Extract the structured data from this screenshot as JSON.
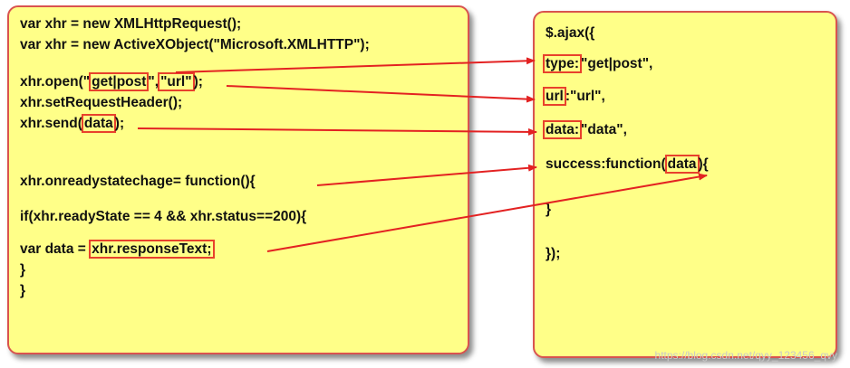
{
  "native_xhr": {
    "line1": "var xhr = new XMLHttpRequest();",
    "line2": "var xhr = new ActiveXObject(\"Microsoft.XMLHTTP\");",
    "open_prefix": "xhr.open(\"",
    "open_method": "get|post",
    "open_mid": "\",",
    "open_url": "\"url\"",
    "open_suffix": ");",
    "set_header": "xhr.setRequestHeader();",
    "send_prefix": "xhr.send(",
    "send_data": "data",
    "send_suffix": ");",
    "onready": "xhr.onreadystatechage= function(){",
    "if_line": "if(xhr.readyState == 4 && xhr.status==200){",
    "var_data_prefix": "var data = ",
    "response_text": "xhr.responseText;",
    "close1": "}",
    "close2": "}"
  },
  "jquery_ajax": {
    "open": "$.ajax({",
    "type_key": "type:",
    "type_value": "\"get|post\",",
    "url_key": "url",
    "url_value": ":\"url\",",
    "data_key": "data:",
    "data_value": "\"data\",",
    "success_prefix": "success:function(",
    "success_param": "data",
    "success_brace": "){",
    "close_brace": "}",
    "close_all": "});"
  },
  "watermark": "https://blog.csdn.net/qyy_123456_qvy",
  "colors": {
    "panel": "#ffff88",
    "border": "#d9534f",
    "arrow": "#e32222"
  }
}
